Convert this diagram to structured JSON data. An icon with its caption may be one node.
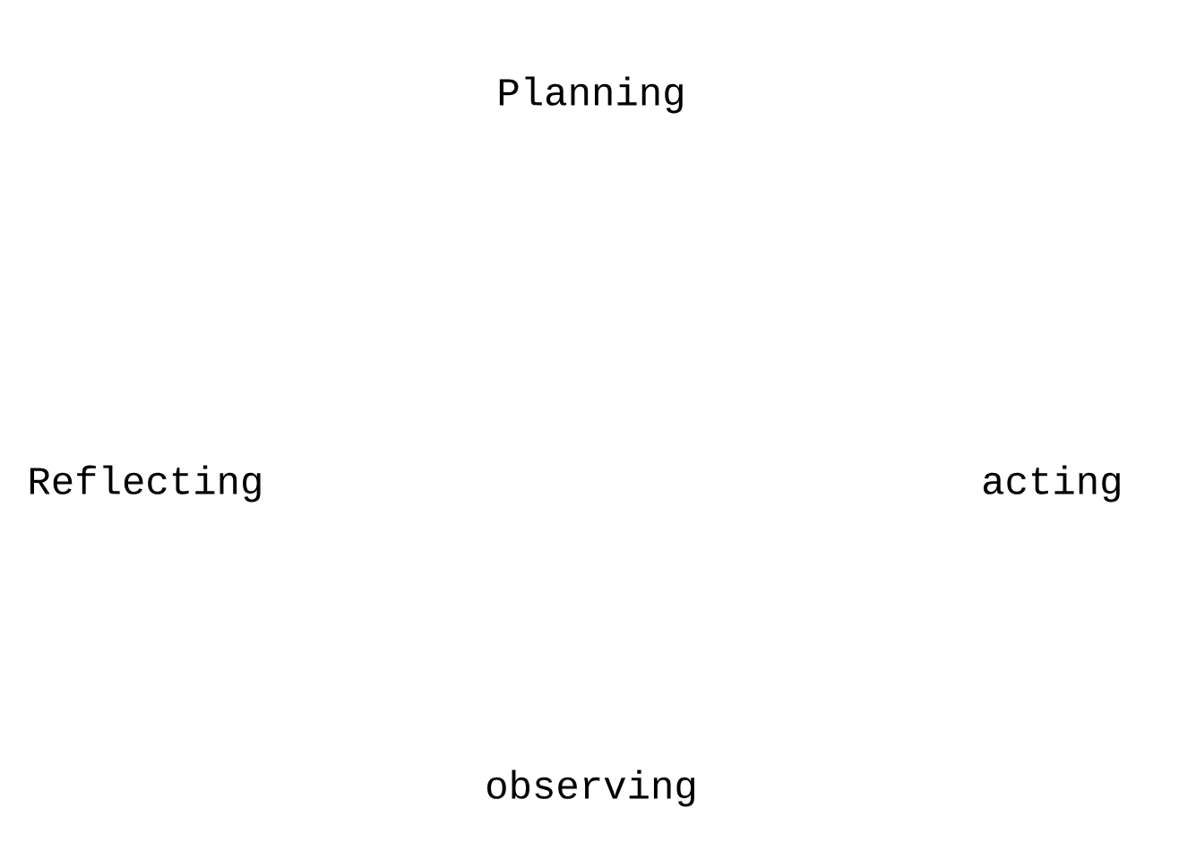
{
  "diagram": {
    "labels": [
      "Planning",
      "Reflecting",
      "acting",
      "observing"
    ]
  }
}
